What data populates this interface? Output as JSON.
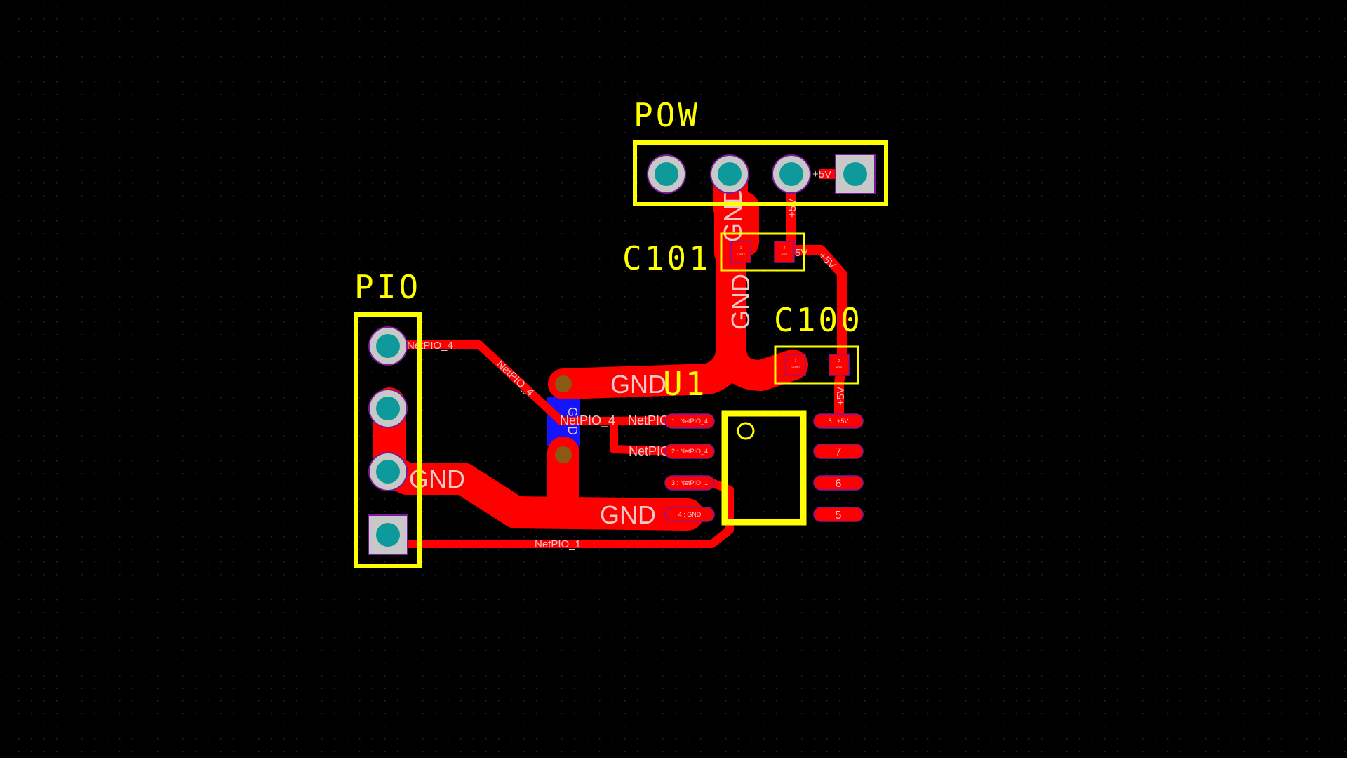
{
  "colors": {
    "background": "#000000",
    "grid_dot": "#2a2a2a",
    "copper_top": "#ff0000",
    "copper_bottom": "#1414ff",
    "silkscreen": "#ffff00",
    "pad_ring": "#c8c8c8",
    "pad_ring_outline": "#7a1a9a",
    "drill": "#0e9a9a",
    "via": "#8a5a14",
    "net_text": "#f0c8c8",
    "smd_pad_outline": "#7a1a9a"
  },
  "components": {
    "pow": {
      "designator": "POW"
    },
    "pio": {
      "designator": "PIO"
    },
    "c101": {
      "designator": "C101"
    },
    "c100": {
      "designator": "C100"
    },
    "u1": {
      "designator": "U1"
    }
  },
  "nets": {
    "gnd": "GND",
    "plus5v": "+5V",
    "net_pio_4": "NetPIO_4",
    "net_pio_1": "NetPIO_1",
    "net_pio_trunc": "NetPIC",
    "five_v": "5V"
  },
  "u1_pads": {
    "pad1": "1 : NetPIO_4",
    "pad2": "2 : NetPIO_4",
    "pad3": "3 : NetPIO_1",
    "pad4": "4 : GND",
    "pad8": "8 : +5V",
    "pad7": "7",
    "pad6": "6",
    "pad5": "5"
  },
  "cap_pads": {
    "c101_p1_num": "1",
    "c101_p1_net": "GND",
    "c101_p2_num": "2",
    "c101_p2_net": "+5V",
    "c100_p1_num": "1",
    "c100_p1_net": "GND",
    "c100_p2_num": "2",
    "c100_p2_net": "+5V"
  },
  "bottom_layer": {
    "gnd_label": "GND"
  }
}
